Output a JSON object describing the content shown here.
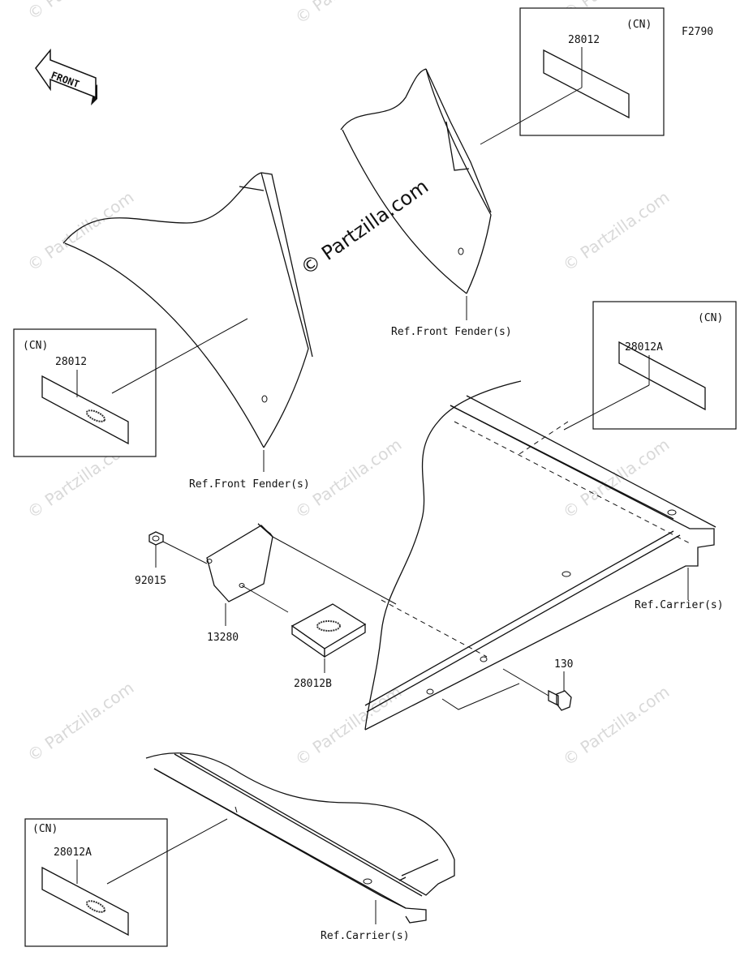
{
  "figure_id": "F2790",
  "front_arrow": {
    "label": "FRONT"
  },
  "watermark": {
    "main": "© Partzilla.com",
    "repeat": "© Partzilla.com"
  },
  "callouts": {
    "label_top_right": {
      "part": "28012",
      "region": "(CN)"
    },
    "label_left": {
      "part": "28012",
      "region": "(CN)"
    },
    "label_mid_right": {
      "part": "28012A",
      "region": "(CN)"
    },
    "label_bottom_left": {
      "part": "28012A",
      "region": "(CN)"
    },
    "ref_front_fender_top": "Ref.Front Fender(s)",
    "ref_front_fender_left": "Ref.Front Fender(s)",
    "ref_carrier_right": "Ref.Carrier(s)",
    "ref_carrier_bottom": "Ref.Carrier(s)",
    "nut": "92015",
    "bracket": "13280",
    "reflector": "28012B",
    "bolt": "130"
  }
}
